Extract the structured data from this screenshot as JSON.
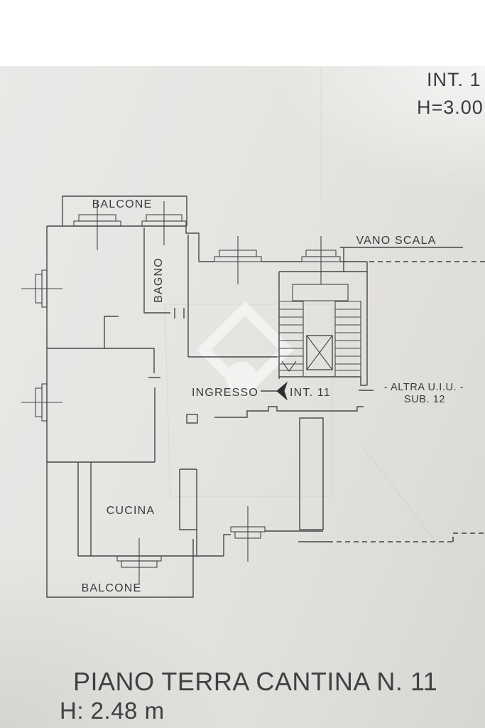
{
  "header": {
    "int_label": "INT. 1",
    "height_label": "H=3.00"
  },
  "plan": {
    "balcone_top": "BALCONE",
    "bagno": "BAGNO",
    "vano_scala": "VANO SCALA",
    "ingresso": "INGRESSO",
    "unit_label": "INT. 11",
    "altra_line1": "- ALTRA U.I.U. -",
    "altra_line2": "SUB. 12",
    "cucina": "CUCINA",
    "balcone_bottom": "BALCONE"
  },
  "footer": {
    "title": "PIANO TERRA CANTINA N. 11",
    "height": "H: 2.48 m"
  },
  "colors": {
    "paper": "#e5e4e1",
    "line": "#46464a",
    "text": "#3b3b3e",
    "watermark": "#ffffff"
  }
}
